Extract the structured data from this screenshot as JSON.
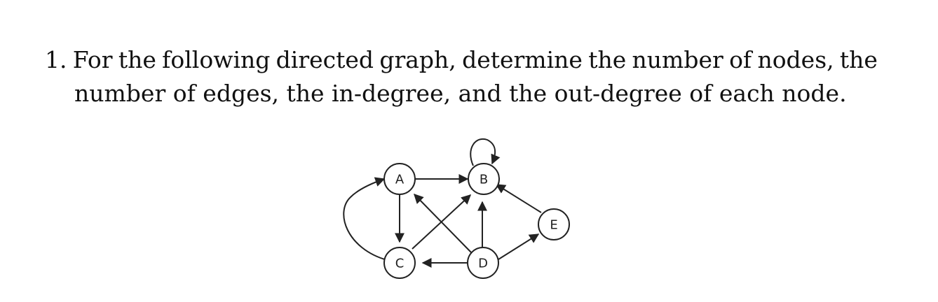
{
  "problem": {
    "number": "1.",
    "line_one_words": [
      "For",
      "the",
      "following",
      "directed",
      "graph,",
      "determine",
      "the",
      "number",
      "of",
      "nodes,",
      "the"
    ],
    "line_two": "number of edges, the in-degree, and the out-degree of each node."
  },
  "graph": {
    "nodes": [
      {
        "id": "A",
        "label": "A"
      },
      {
        "id": "B",
        "label": "B"
      },
      {
        "id": "C",
        "label": "C"
      },
      {
        "id": "D",
        "label": "D"
      },
      {
        "id": "E",
        "label": "E"
      }
    ],
    "edges": [
      {
        "from": "A",
        "to": "B"
      },
      {
        "from": "A",
        "to": "C"
      },
      {
        "from": "C",
        "to": "A"
      },
      {
        "from": "C",
        "to": "B"
      },
      {
        "from": "D",
        "to": "A"
      },
      {
        "from": "D",
        "to": "B"
      },
      {
        "from": "D",
        "to": "C"
      },
      {
        "from": "D",
        "to": "E"
      },
      {
        "from": "E",
        "to": "B"
      },
      {
        "from": "B",
        "to": "B"
      }
    ]
  }
}
